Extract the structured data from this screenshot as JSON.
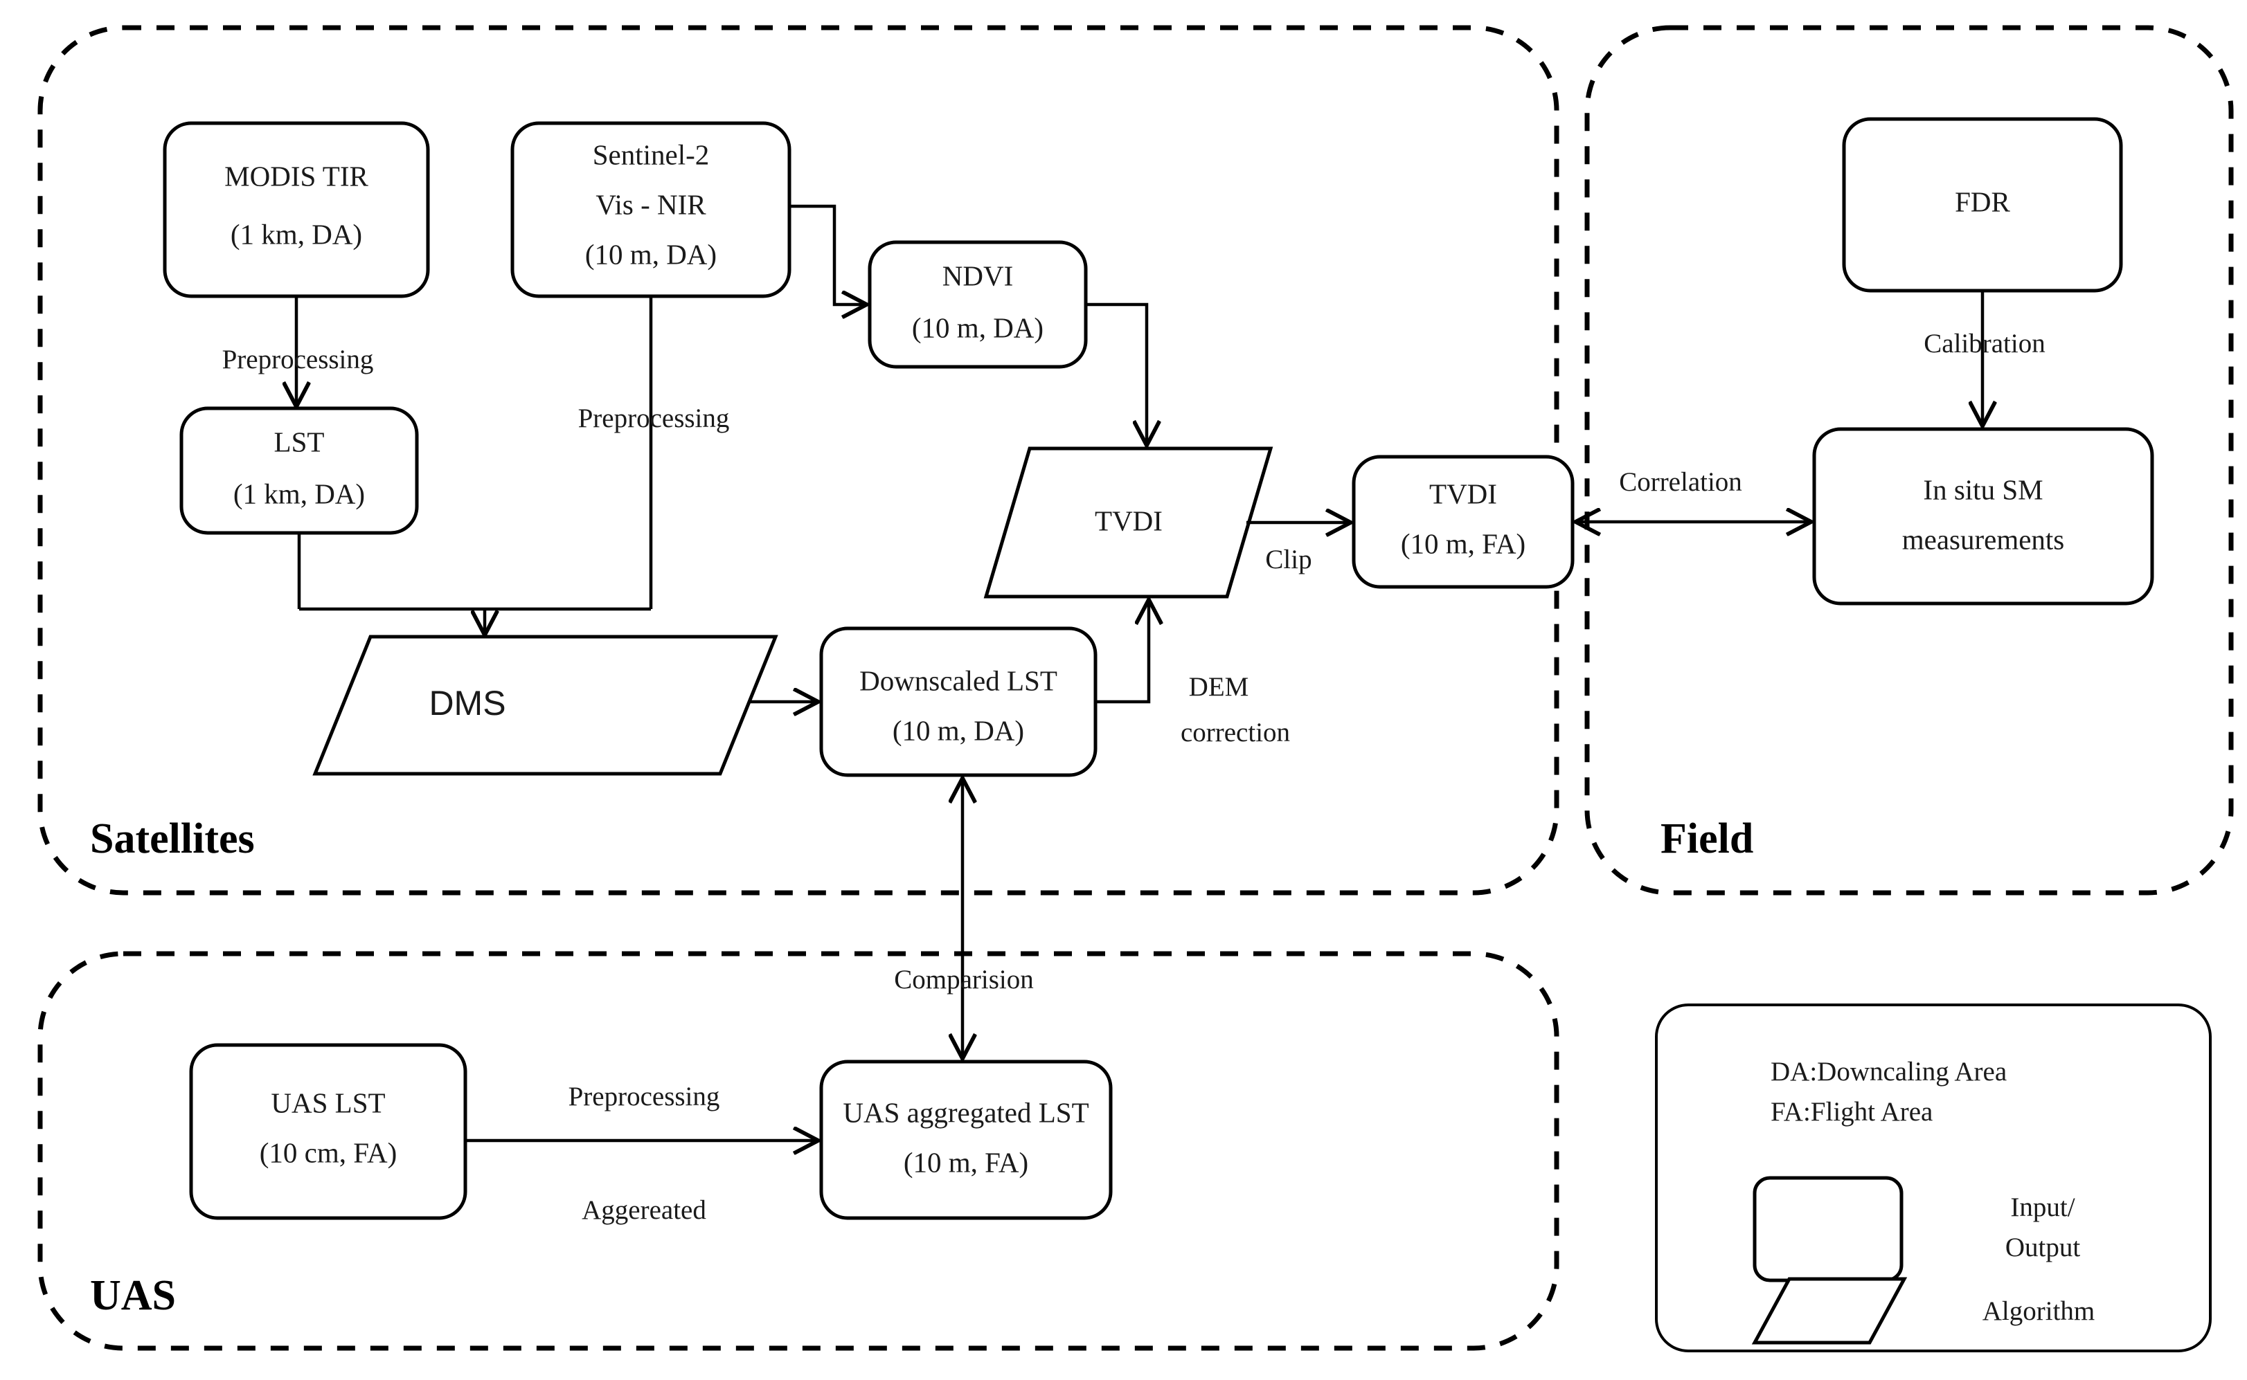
{
  "groups": {
    "satellites": {
      "title": "Satellites"
    },
    "field": {
      "title": "Field"
    },
    "uas": {
      "title": "UAS"
    }
  },
  "nodes": {
    "modis_tir": {
      "line1": "MODIS TIR",
      "line2": "(1 km, DA)"
    },
    "sentinel2": {
      "line1": "Sentinel-2",
      "line2": "Vis - NIR",
      "line3": "(10 m, DA)"
    },
    "ndvi": {
      "line1": "NDVI",
      "line2": "(10 m, DA)"
    },
    "lst": {
      "line1": "LST",
      "line2": "(1 km, DA)"
    },
    "dms": {
      "line1": "DMS"
    },
    "downscaled_lst": {
      "line1": "Downscaled LST",
      "line2": "(10 m, DA)"
    },
    "tvdi_algo": {
      "line1": "TVDI"
    },
    "tvdi_fa": {
      "line1": "TVDI",
      "line2": "(10 m, FA)"
    },
    "fdr": {
      "line1": "FDR"
    },
    "in_situ_sm": {
      "line1": "In situ SM",
      "line2": "measurements"
    },
    "uas_lst": {
      "line1": "UAS LST",
      "line2": "(10 cm, FA)"
    },
    "uas_aggregated_lst": {
      "line1": "UAS aggregated LST",
      "line2": "(10 m, FA)"
    }
  },
  "edges": {
    "modis_to_lst": "Preprocessing",
    "sentinel_to_bus": "Preprocessing",
    "tvdi_clip": "Clip",
    "dem_correction_line1": "DEM",
    "dem_correction_line2": "correction",
    "correlation": "Correlation",
    "calibration": "Calibration",
    "comparision": "Comparision",
    "uas_preprocessing": "Preprocessing",
    "uas_aggereated": "Aggereated"
  },
  "legend": {
    "abbrev1": "DA:Downcaling Area",
    "abbrev2": "FA:Flight Area",
    "shape1_label_line1": "Input/",
    "shape1_label_line2": "Output",
    "shape2_label": "Algorithm"
  },
  "colors": {
    "stroke": "#000000",
    "text": "#1a1a1a",
    "background": "#ffffff"
  }
}
